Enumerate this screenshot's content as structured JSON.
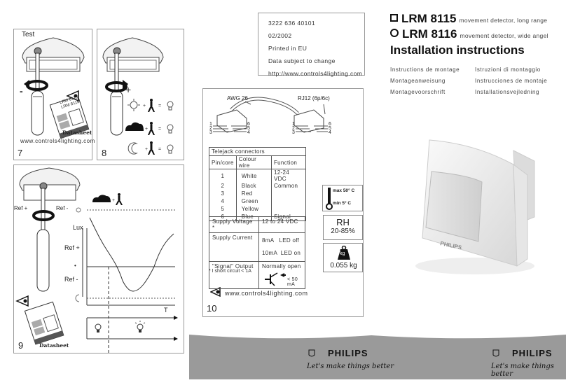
{
  "info_box": {
    "lines": [
      "3222 636 40101",
      "02/2002",
      "Printed in EU",
      "Data subject to change",
      "http://www.controls4lighting.com"
    ]
  },
  "header": {
    "products": [
      {
        "marker": "square",
        "model": "LRM 8115",
        "description": "movement detector, long range"
      },
      {
        "marker": "circle",
        "model": "LRM 8116",
        "description": "movement detector, wide angel"
      }
    ],
    "title": "Installation instructions",
    "languages": [
      "Instructions de montage",
      "Istruzioni di montaggio",
      "Montageanweisung",
      "Instrucciones de montaje",
      "Montagevoorschrift",
      "Installationsvejledning"
    ]
  },
  "panel7": {
    "number": "7",
    "test_label": "Test",
    "minus": "-",
    "datasheet_title": "LRM 8115\nLRM 8116",
    "datasheet_label": "Datasheet",
    "url": "www.controls4lighting.com"
  },
  "panel8": {
    "number": "8",
    "plus": "+",
    "rows": [
      "sun + person = lamp",
      "dusk + person = lamp",
      "moon + person = lamp"
    ]
  },
  "panel9": {
    "number": "9",
    "ref_plus": "Ref +",
    "ref_minus": "Ref -",
    "axis_y": "Lux",
    "axis_x": "T",
    "chart_ref_plus": "Ref +",
    "chart_ref_minus": "Ref -",
    "dot": "•",
    "datasheet_label": "Datasheet"
  },
  "panel10": {
    "number": "10",
    "cable_label": "AWG 26",
    "connector_label": "RJ12 (6p/6c)",
    "pins_left": [
      "1",
      "2",
      "3"
    ],
    "pins_right": [
      "6",
      "5",
      "4"
    ],
    "telejack": {
      "caption": "Telejack connectors",
      "headers": [
        "Pin/core",
        "Colour wire",
        "Function"
      ],
      "rows": [
        [
          "1",
          "White",
          "12-24 VDC"
        ],
        [
          "2",
          "Black",
          "Common"
        ],
        [
          "3",
          "Red",
          ""
        ],
        [
          "4",
          "Green",
          ""
        ],
        [
          "5",
          "Yellow",
          ""
        ],
        [
          "6",
          "Blue",
          "Signal"
        ]
      ]
    },
    "specs": {
      "supply_voltage_label": "Supply Voltage *",
      "supply_voltage_value": "12 to 24 VDC",
      "supply_current_label": "Supply Current",
      "supply_current_1": "8mA   LED off",
      "supply_current_2": "10mA  LED on",
      "signal_label": "\"Signal\" Output",
      "signal_value": "Normally open",
      "signal_current": "< 50 mA"
    },
    "footnote": "* I short circuit < 1A",
    "url": "www.controls4lighting.com",
    "temperature": {
      "max": "max 50° C",
      "min": "min 5° C"
    },
    "humidity": {
      "label": "RH",
      "value": "20-85%"
    },
    "weight": {
      "unit": "kg",
      "value": "0.055 kg"
    }
  },
  "footer": {
    "brand": "PHILIPS",
    "slogan": "Let's make things better"
  },
  "colors": {
    "footer_bg": "#9a9a9a",
    "border": "#999999",
    "text": "#222222"
  }
}
